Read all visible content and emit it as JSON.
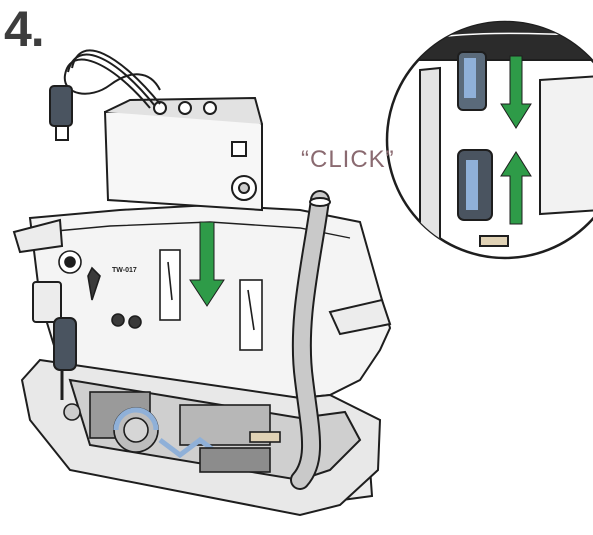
{
  "step": {
    "number": "4."
  },
  "annotation": {
    "click_text": "“CLICK”"
  },
  "device": {
    "model_label": "TW-017"
  },
  "colors": {
    "arrow_green": "#2e9b48",
    "highlight_blue": "#8fb0d8",
    "line_dark": "#1e1e1e",
    "fill_light": "#f4f4f4",
    "fill_mid": "#d9d9d9"
  }
}
